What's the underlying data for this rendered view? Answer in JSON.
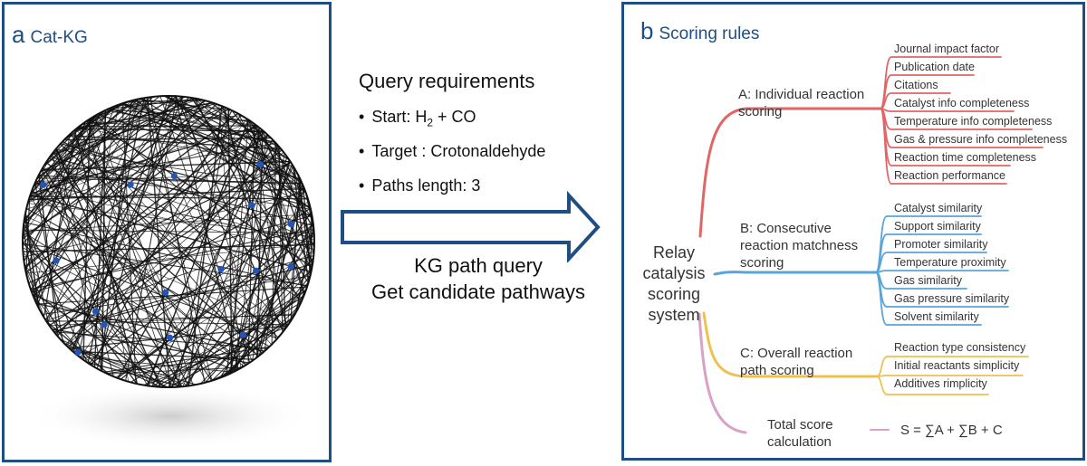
{
  "panel_a": {
    "letter": "a",
    "title": "Cat-KG",
    "graph": {
      "node_color": "#2255bb",
      "edge_color": "#111111",
      "node_count": 16
    }
  },
  "middle": {
    "query_title": "Query requirements",
    "query_items": [
      {
        "label": "Start: H",
        "sub": "2",
        "rest": " + CO"
      },
      {
        "label": "Target : Crotonaldehyde"
      },
      {
        "label": "Paths length: 3"
      }
    ],
    "bullet": "•",
    "path_query": [
      "KG path query",
      "Get candidate pathways"
    ],
    "arrow_color": "#1f4e85"
  },
  "panel_b": {
    "letter": "b",
    "title": "Scoring rules",
    "root": [
      "Relay",
      "catalysis",
      "scoring",
      "system"
    ],
    "branches": [
      {
        "id": "A",
        "label": [
          "A: Individual reaction",
          "scoring"
        ],
        "color": "#e06666",
        "leaves": [
          "Journal impact factor",
          "Publication date",
          "Citations",
          "Catalyst info completeness",
          "Temperature info completeness",
          "Gas & pressure info completeness",
          "Reaction time completeness",
          "Reaction performance"
        ]
      },
      {
        "id": "B",
        "label": [
          "B: Consecutive",
          "reaction matchness",
          "scoring"
        ],
        "color": "#5aa5d8",
        "leaves": [
          "Catalyst similarity",
          "Support similarity",
          "Promoter similarity",
          "Temperature proximity",
          "Gas similarity",
          "Gas pressure similarity",
          "Solvent similarity"
        ]
      },
      {
        "id": "C",
        "label": [
          "C: Overall reaction",
          "path scoring"
        ],
        "color": "#f0c050",
        "leaves": [
          "Reaction type consistency",
          "Initial reactants simplicity",
          "Additives rimplicity"
        ]
      },
      {
        "id": "total",
        "label": [
          "Total score",
          "calculation"
        ],
        "color": "#d9a0c8",
        "formula": "S = ∑A + ∑B + C"
      }
    ]
  }
}
